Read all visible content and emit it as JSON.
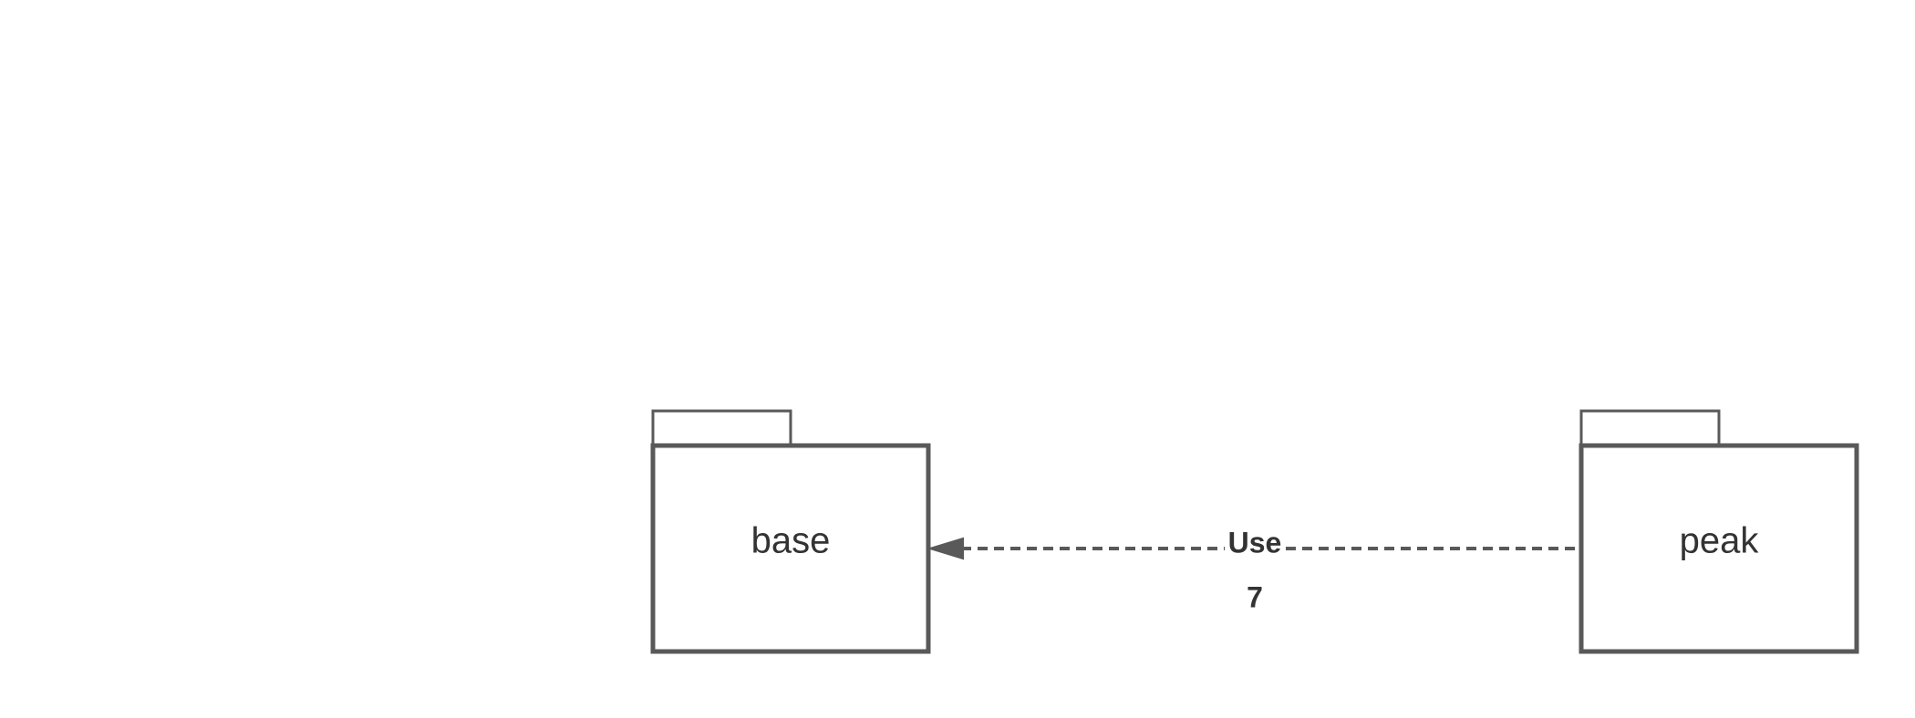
{
  "diagram": {
    "type": "uml-package-dependency",
    "stroke_color": "#595959",
    "text_color": "#333333",
    "background": "#ffffff",
    "packages": [
      {
        "id": "base",
        "label": "base"
      },
      {
        "id": "peak",
        "label": "peak"
      }
    ],
    "dependency": {
      "from": "peak",
      "to": "base",
      "style": "dashed",
      "label": "Use",
      "multiplicity": "7"
    }
  }
}
